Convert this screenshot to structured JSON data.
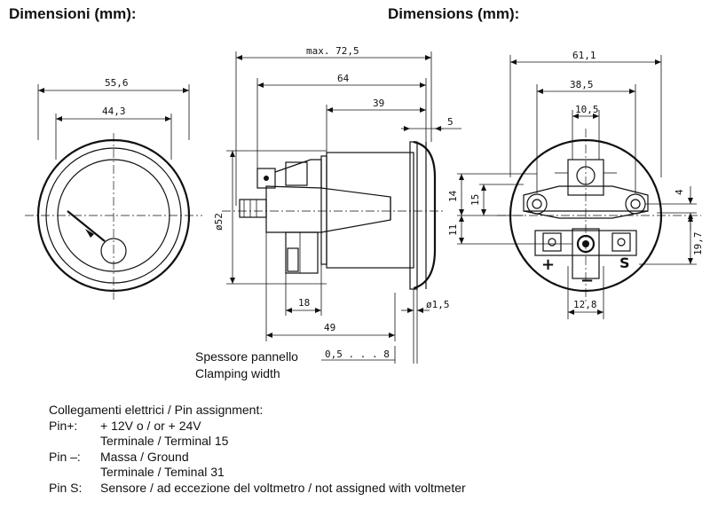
{
  "header": {
    "title_it": "Dimensioni (mm):",
    "title_en": "Dimensions (mm):"
  },
  "front_view": {
    "dim_outer": "55,6",
    "dim_inner": "44,3"
  },
  "side_view": {
    "dim_max": "max. 72,5",
    "dim_64": "64",
    "dim_39": "39",
    "dim_5": "5",
    "dim_diameter": "ø52",
    "dim_18": "18",
    "dim_49": "49",
    "dim_hole": "ø1,5"
  },
  "rear_view": {
    "dim_61": "61,1",
    "dim_38": "38,5",
    "dim_10": "10,5",
    "dim_14": "14",
    "dim_15": "15",
    "dim_11": "11",
    "dim_4": "4",
    "dim_19": "19,7",
    "dim_12": "12,8",
    "pin_plus": "+",
    "pin_minus": "−",
    "pin_s": "S"
  },
  "panel": {
    "label_it": "Spessore pannello",
    "label_en": "Clamping width",
    "range": "0,5 . . . 8"
  },
  "pins": {
    "title": "Collegamenti elettrici / Pin assignment:",
    "plus_key": "Pin+:",
    "plus_line1": "+ 12V o / or  + 24V",
    "plus_line2": "Terminale / Terminal 15",
    "minus_key": "Pin –:",
    "minus_line1": "Massa / Ground",
    "minus_line2": "Terminale / Teminal 31",
    "s_key": "Pin S:",
    "s_line1": "Sensore / ad eccezione del voltmetro / not assigned with voltmeter"
  }
}
